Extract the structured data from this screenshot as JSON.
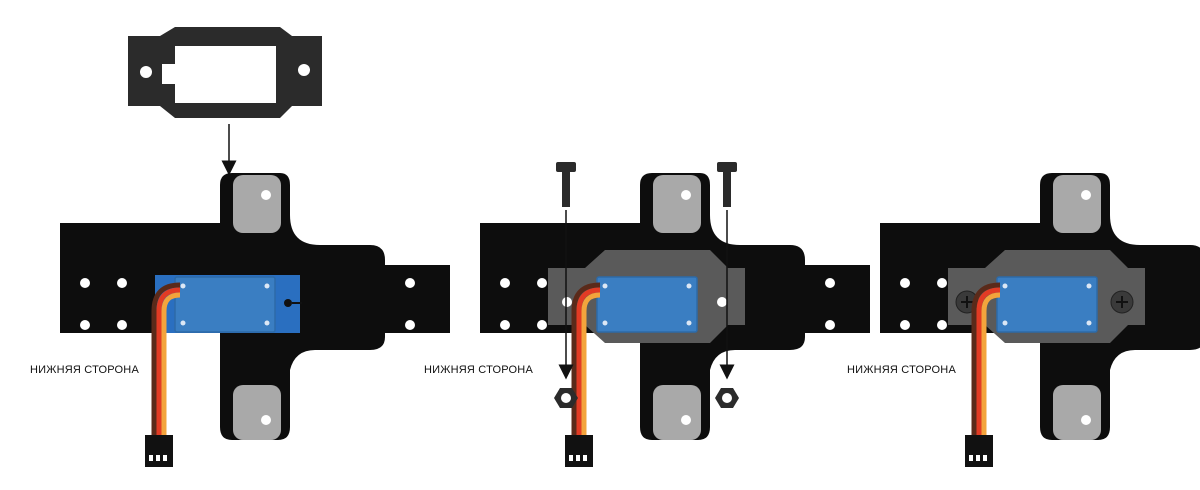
{
  "steps": [
    {
      "label": "НИЖНЯЯ СТОРОНА"
    },
    {
      "label": "НИЖНЯЯ СТОРОНА"
    },
    {
      "label": "НИЖНЯЯ СТОРОНА"
    }
  ],
  "colors": {
    "board": "#0d0d0d",
    "bracket": "#a9a9a9",
    "servo": "#3a7ec2",
    "servo_outline": "#2c6aa8",
    "frame_gray": "#5a5a5a",
    "part_dark": "#2b2b2b",
    "wire_brown": "#5a2a1a",
    "wire_red": "#e23b24",
    "wire_orange": "#f3a43c",
    "connector": "#111111"
  },
  "icons": [
    "servo-frame-icon",
    "screw-icon",
    "nut-icon",
    "arrow-down-icon"
  ]
}
